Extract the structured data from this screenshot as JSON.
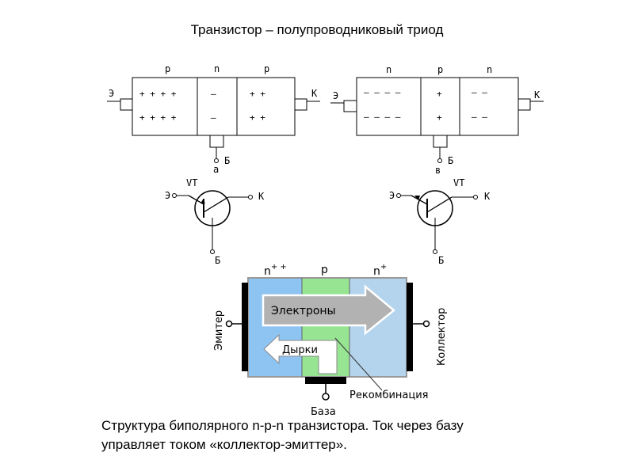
{
  "title": "Транзистор – полупроводниковый триод",
  "diagram_a": {
    "regions": [
      "p",
      "n",
      "p"
    ],
    "emitter": "Э",
    "collector": "К",
    "base": "Б",
    "caption": "а",
    "charge_left": "+ + + +",
    "charge_mid": "—",
    "charge_right": "+   +"
  },
  "diagram_b": {
    "regions": [
      "n",
      "p",
      "n"
    ],
    "emitter": "Э",
    "collector": "К",
    "base": "Б",
    "caption": "в",
    "charge_left": "– – – –",
    "charge_mid": "+",
    "charge_right": "–   –"
  },
  "symbol_a": {
    "label": "VT",
    "emitter": "Э",
    "collector": "К",
    "base": "Б"
  },
  "symbol_b": {
    "label": "VT",
    "emitter": "Э",
    "collector": "К",
    "base": "Б"
  },
  "structure": {
    "n_plus_plus": "n",
    "n_plus_plus_sup": "+ +",
    "p": "p",
    "n_plus": "n",
    "n_plus_sup": "+",
    "electrons": "Электроны",
    "holes": "Дырки",
    "emitter": "Эмитер",
    "collector": "Коллектор",
    "base": "База",
    "recombination": "Рекомбинация",
    "colors": {
      "emitter": "#8ec4f2",
      "base": "#97e592",
      "collector": "#b4d4ed",
      "arrow": "#b2b2b2"
    }
  },
  "caption": {
    "line1": "Структура биполярного n-p-n транзистора. Ток через базу",
    "line2": "управляет током «коллектор-эмиттер»."
  }
}
